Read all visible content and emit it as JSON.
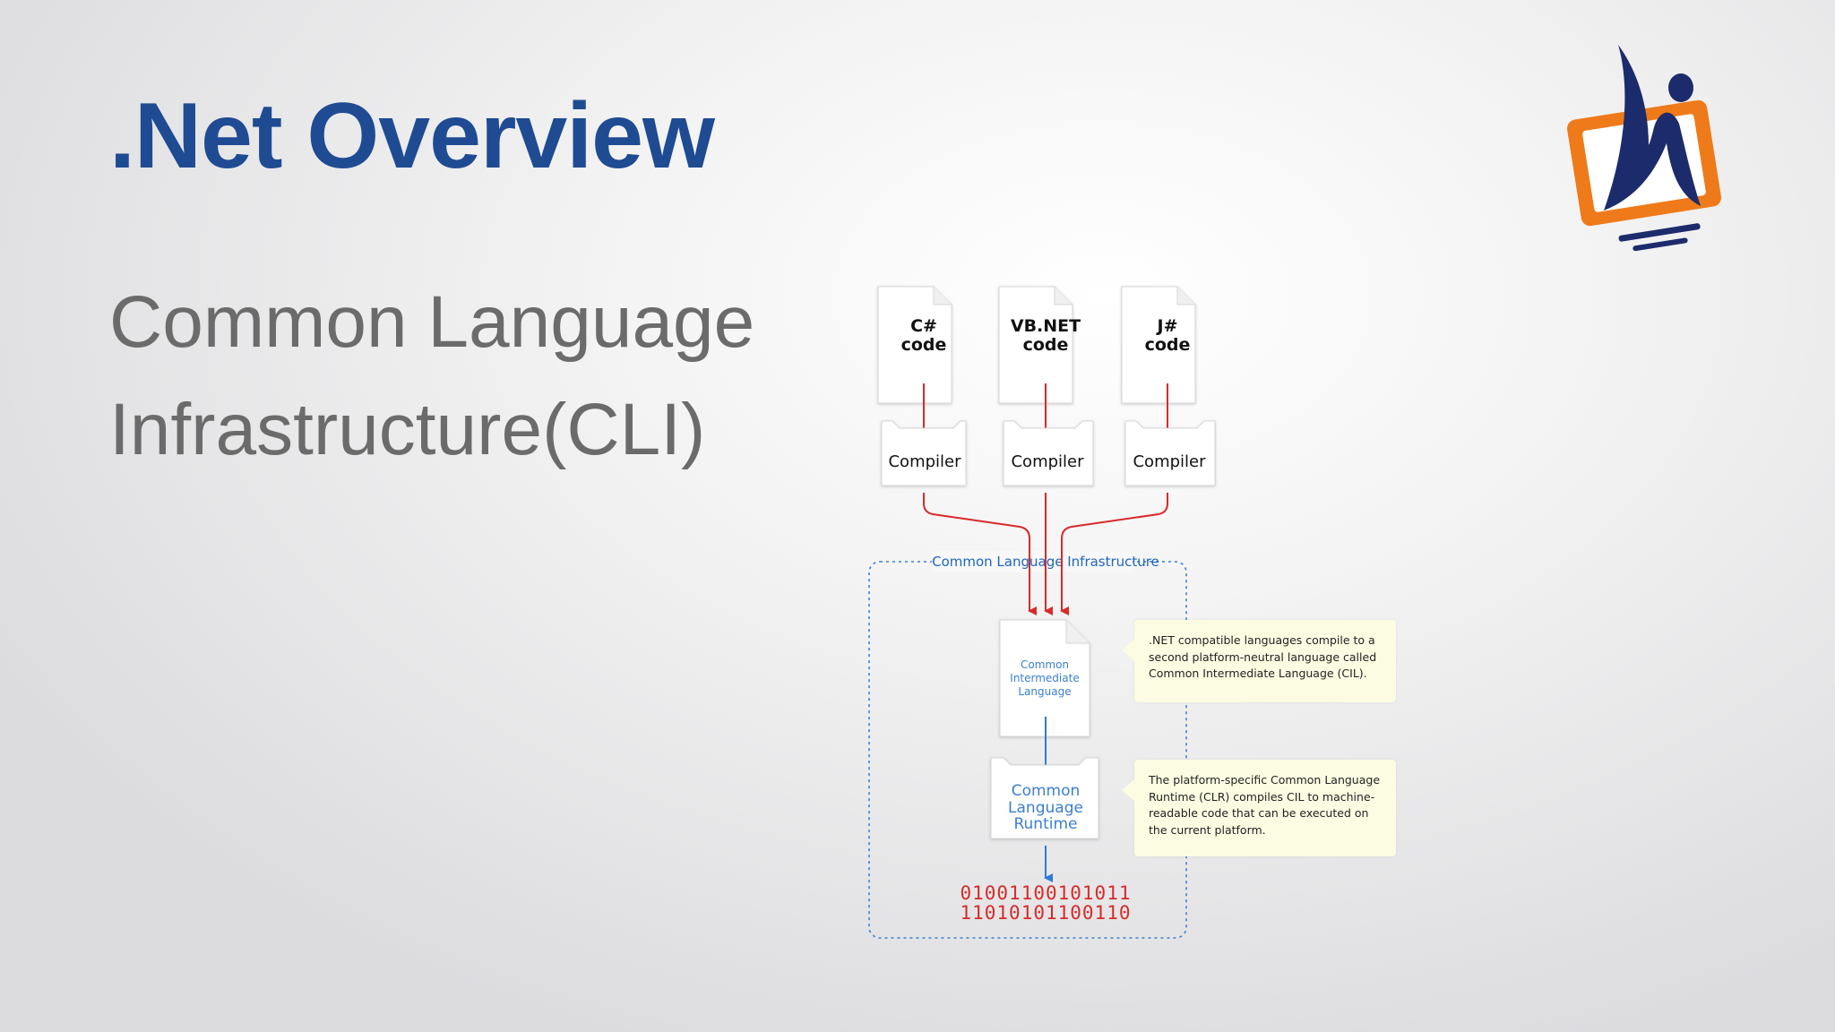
{
  "slide": {
    "title": ".Net Overview",
    "subtitle_line1": "Common Language",
    "subtitle_line2": "Infrastructure(CLI)"
  },
  "diagram": {
    "sources": [
      {
        "line1": "C#",
        "line2": "code"
      },
      {
        "line1": "VB.NET",
        "line2": "code"
      },
      {
        "line1": "J#",
        "line2": "code"
      }
    ],
    "compiler_label": "Compiler",
    "cli_label": "Common Language Infrastructure",
    "cil": [
      "Common",
      "Intermediate",
      "Language"
    ],
    "clr": [
      "Common",
      "Language",
      "Runtime"
    ],
    "binary": [
      "01001100101011",
      "11010101100110"
    ],
    "note_cil": ".NET compatible languages compile to a second platform-neutral language called Common Intermediate Language (CIL).",
    "note_clr": "The platform-specific Common Language Runtime (CLR) compiles CIL to machine-readable code that can be executed on the current platform."
  },
  "colors": {
    "title": "#1f4b93",
    "subtitle": "#6b6b6b",
    "arrow_red": "#d82a2a",
    "arrow_blue": "#2f7bd6",
    "note_bg": "#fcfce2",
    "logo_orange": "#ee7a1a",
    "logo_navy": "#1c2b6b"
  },
  "icons": {
    "logo": "monitor-person-logo-icon"
  }
}
